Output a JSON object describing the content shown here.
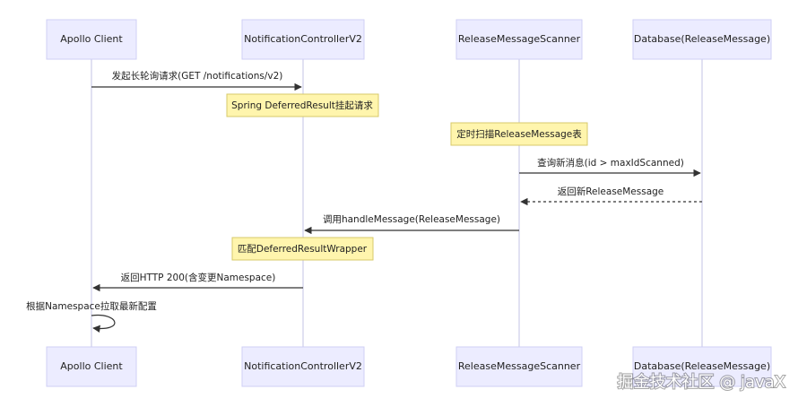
{
  "participants": [
    {
      "id": "client",
      "label": "Apollo Client"
    },
    {
      "id": "controller",
      "label": "NotificationControllerV2"
    },
    {
      "id": "scanner",
      "label": "ReleaseMessageScanner"
    },
    {
      "id": "db",
      "label": "Database(ReleaseMessage)"
    }
  ],
  "messages": [
    {
      "label": "发起长轮询请求(GET /notifications/v2)",
      "from": "client",
      "to": "controller",
      "style": "solid"
    },
    {
      "label": "查询新消息(id > maxIdScanned)",
      "from": "scanner",
      "to": "db",
      "style": "solid"
    },
    {
      "label": "返回新ReleaseMessage",
      "from": "db",
      "to": "scanner",
      "style": "dashed"
    },
    {
      "label": "调用handleMessage(ReleaseMessage)",
      "from": "scanner",
      "to": "controller",
      "style": "solid"
    },
    {
      "label": "返回HTTP 200(含变更Namespace)",
      "from": "controller",
      "to": "client",
      "style": "solid"
    },
    {
      "label": "根据Namespace拉取最新配置",
      "from": "client",
      "to": "client",
      "style": "self"
    }
  ],
  "notes": [
    {
      "label": "Spring DeferredResult挂起请求",
      "over": "controller"
    },
    {
      "label": "定时扫描ReleaseMessage表",
      "over": "scanner"
    },
    {
      "label": "匹配DeferredResultWrapper",
      "over": "controller"
    }
  ],
  "watermark": "掘金技术社区 @ javaX",
  "colors": {
    "actor_fill": "#ECECFF",
    "actor_stroke": "#CFCFF5",
    "note_fill": "#FFF5AD",
    "lifeline": "#D7D7EE"
  }
}
